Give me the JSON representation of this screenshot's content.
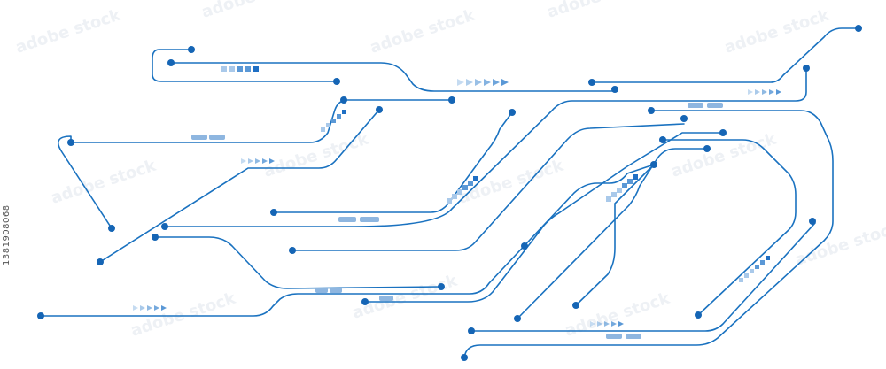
{
  "colors": {
    "trace": "#1a72c0",
    "node": "#1565b5",
    "mark_dark": "#1f6fc4",
    "mark_mid": "#5a98d6",
    "mark_light": "#a9c9ea",
    "chip": "#8eb6e0",
    "background": "#ffffff",
    "watermark": "#eef1f5",
    "stock_id": "#555555"
  },
  "stock_id": "1381908068",
  "watermark_text": "adobe stock",
  "icons": [
    "node-dot",
    "arrow-chevron-marker",
    "square-step-marker",
    "chip-pad"
  ]
}
